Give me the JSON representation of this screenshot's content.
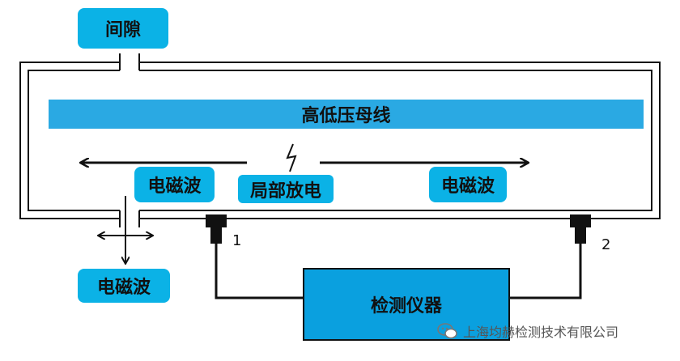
{
  "labels": {
    "gap": "间隙",
    "bus": "高低压母线",
    "em_wave_left": "电磁波",
    "em_wave_right": "电磁波",
    "em_wave_outside": "电磁波",
    "partial_discharge": "局部放电",
    "instrument": "检测仪器",
    "sensor1": "1",
    "sensor2": "2"
  },
  "watermark": {
    "text": "上海均赫检测技术有限公司",
    "icon": "wechat-icon"
  },
  "colors": {
    "label_bg": "#0bb2e6",
    "bus_fill": "#2aa9e3",
    "instrument_fill": "#0aa0df",
    "line": "#111111"
  }
}
